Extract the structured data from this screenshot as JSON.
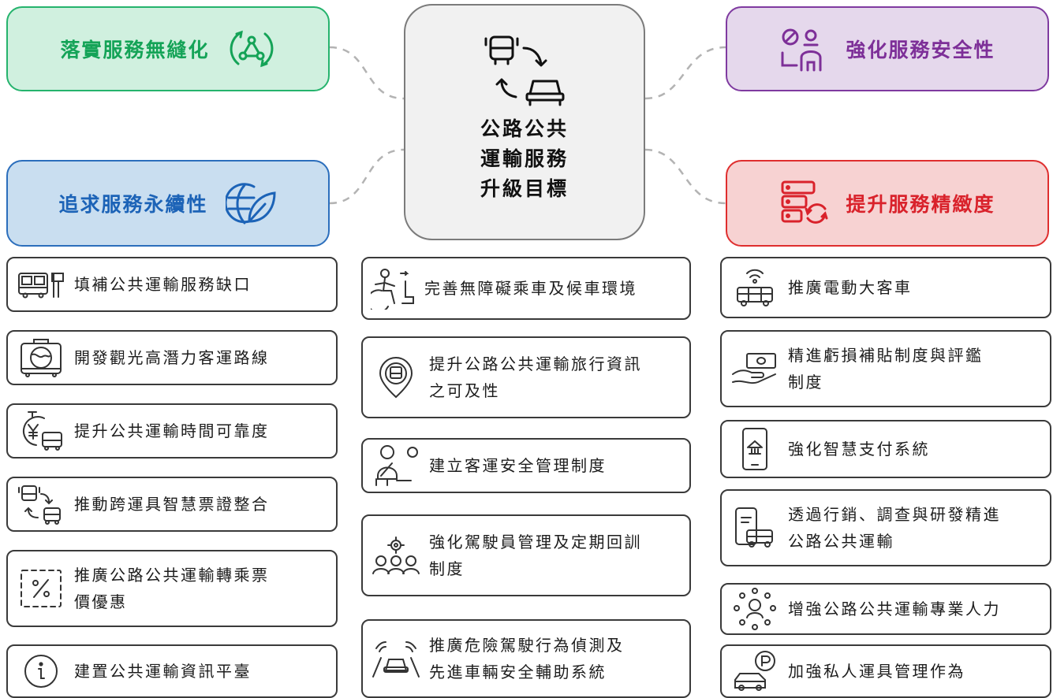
{
  "center": {
    "lines": [
      "公路公共",
      "運輸服務",
      "升級目標"
    ],
    "icon": "bus-car-exchange-icon"
  },
  "goals": {
    "seamless": {
      "label": "落實服務無縫化",
      "icon": "network-cycle-icon",
      "color": "#25b36d"
    },
    "safety": {
      "label": "強化服務安全性",
      "icon": "safe-driver-icon",
      "color": "#7f3aa0"
    },
    "sustainable": {
      "label": "追求服務永續性",
      "icon": "globe-leaf-icon",
      "color": "#2b6ebc"
    },
    "refinement": {
      "label": "提升服務精緻度",
      "icon": "server-refresh-icon",
      "color": "#df2e2e"
    }
  },
  "left_items": [
    {
      "lines": [
        "填補公共運輸服務缺口"
      ],
      "icon": "bus-stop-icon"
    },
    {
      "lines": [
        "開發觀光高潛力客運路線"
      ],
      "icon": "travel-case-icon"
    },
    {
      "lines": [
        "提升公共運輸時間可靠度"
      ],
      "icon": "clock-money-bus-icon"
    },
    {
      "lines": [
        "推動跨運具智慧票證整合"
      ],
      "icon": "bus-transfer-icon"
    },
    {
      "lines": [
        "推廣公路公共運輸轉乘票",
        "價優惠"
      ],
      "icon": "discount-coupon-icon"
    },
    {
      "lines": [
        "建置公共運輸資訊平臺"
      ],
      "icon": "info-icon"
    }
  ],
  "middle_items": [
    {
      "lines": [
        "完善無障礙乘車及候車環境"
      ],
      "icon": "accessibility-seat-icon"
    },
    {
      "lines": [
        "提升公路公共運輸旅行資訊",
        "之可及性"
      ],
      "icon": "bus-location-pin-icon"
    },
    {
      "lines": [
        "建立客運安全管理制度"
      ],
      "icon": "seatbelt-passenger-icon"
    },
    {
      "lines": [
        "強化駕駛員管理及定期回訓",
        "制度"
      ],
      "icon": "driver-training-icon"
    },
    {
      "lines": [
        "推廣危險駕駛行為偵測及",
        "先進車輛安全輔助系統"
      ],
      "icon": "vehicle-sensor-icon"
    }
  ],
  "right_items": [
    {
      "lines": [
        "推廣電動大客車"
      ],
      "icon": "electric-bus-icon"
    },
    {
      "lines": [
        "精進虧損補貼制度與評鑑",
        "制度"
      ],
      "icon": "hand-money-icon"
    },
    {
      "lines": [
        "強化智慧支付系統"
      ],
      "icon": "mobile-payment-icon"
    },
    {
      "lines": [
        "透過行銷、調查與研發精進",
        "公路公共運輸"
      ],
      "icon": "phone-bus-icon"
    },
    {
      "lines": [
        "增強公路公共運輸專業人力"
      ],
      "icon": "professional-network-icon"
    },
    {
      "lines": [
        "加強私人運具管理作為"
      ],
      "icon": "parking-car-icon"
    }
  ]
}
